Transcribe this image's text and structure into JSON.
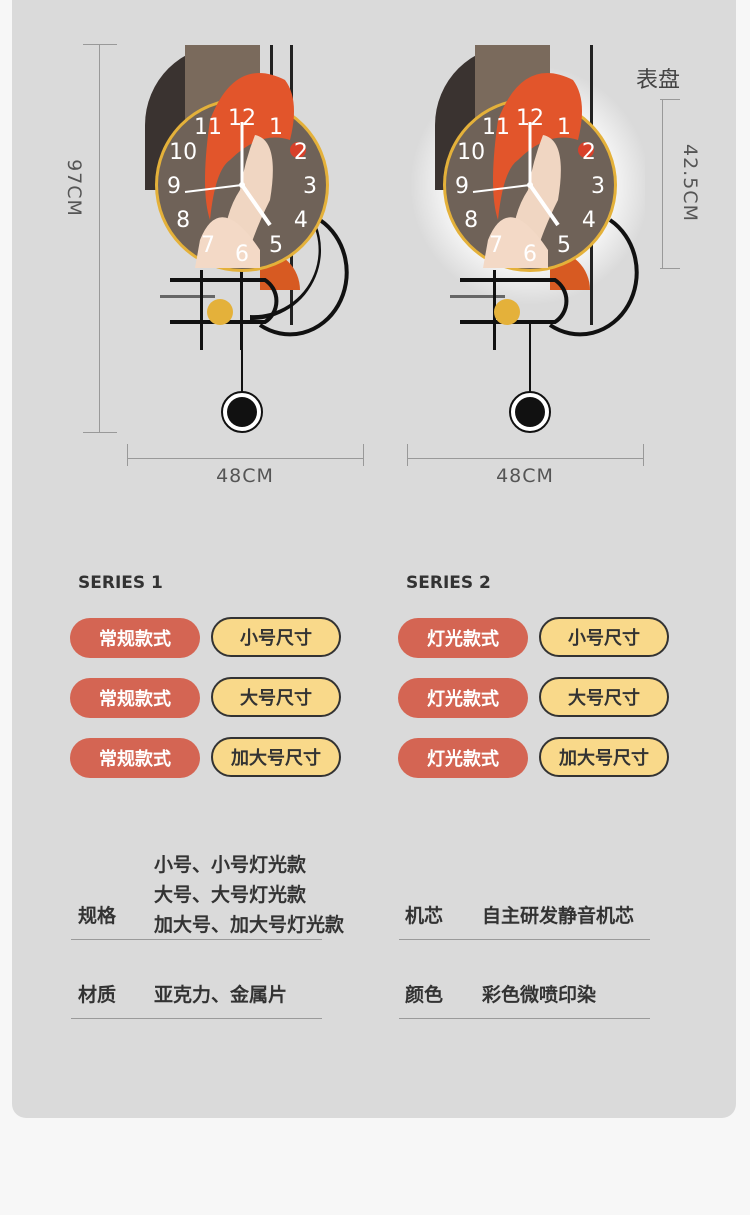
{
  "dimensions": {
    "clock1_height": "97CM",
    "clock1_width": "48CM",
    "clock2_width": "48CM",
    "clock2_dial_label": "表盘",
    "clock2_dial_size": "42.5CM"
  },
  "series": [
    {
      "title": "SERIES 1",
      "rows": [
        {
          "style": "常规款式",
          "size": "小号尺寸"
        },
        {
          "style": "常规款式",
          "size": "大号尺寸"
        },
        {
          "style": "常规款式",
          "size": "加大号尺寸"
        }
      ]
    },
    {
      "title": "SERIES 2",
      "rows": [
        {
          "style": "灯光款式",
          "size": "小号尺寸"
        },
        {
          "style": "灯光款式",
          "size": "大号尺寸"
        },
        {
          "style": "灯光款式",
          "size": "加大号尺寸"
        }
      ]
    }
  ],
  "specs": {
    "spec_label": "规格",
    "spec_values": [
      "小号、小号灯光款",
      "大号、大号灯光款",
      "加大号、加大号灯光款"
    ],
    "material_label": "材质",
    "material_value": "亚克力、金属片",
    "movement_label": "机芯",
    "movement_value": "自主研发静音机芯",
    "color_label": "颜色",
    "color_value": "彩色微喷印染"
  },
  "clock_numerals": [
    "12",
    "1",
    "2",
    "3",
    "4",
    "5",
    "6",
    "7",
    "8",
    "9",
    "10",
    "11"
  ],
  "colors": {
    "accent_red": "#d46553",
    "accent_yellow": "#f9d98a",
    "panel_bg": "#dadada",
    "clock_orange": "#e2552b",
    "gold": "#e4b13a"
  }
}
